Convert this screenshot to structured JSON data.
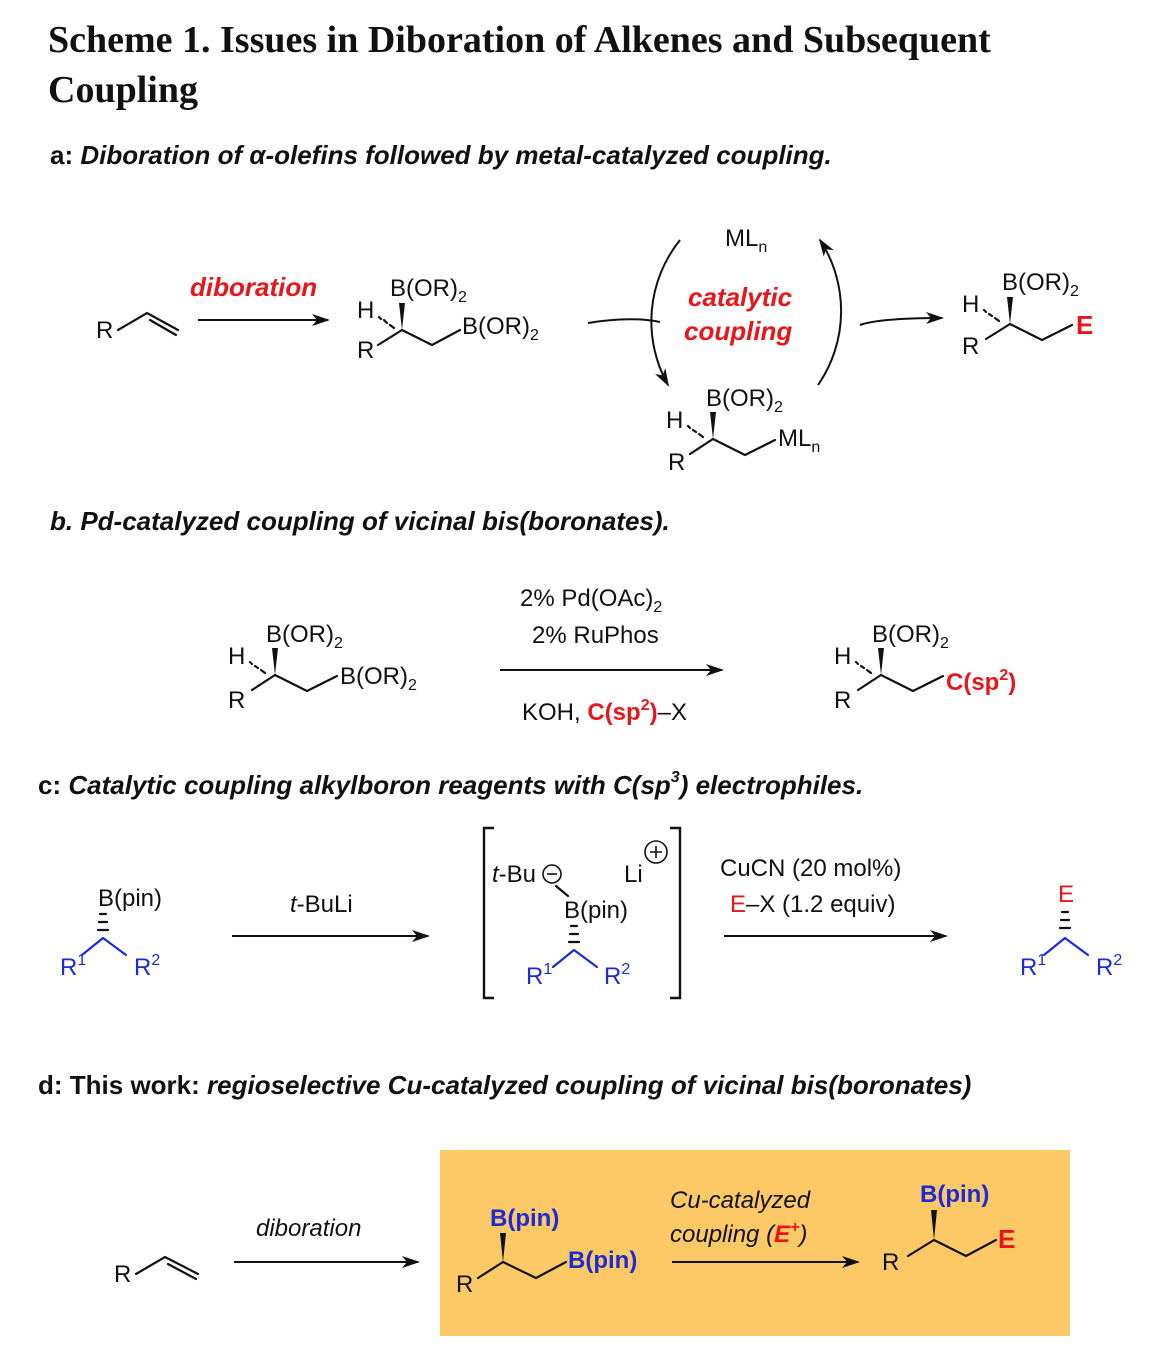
{
  "title": {
    "line1": "Scheme 1. Issues in Diboration of Alkenes and Subsequent",
    "line2": "Coupling"
  },
  "part_a": {
    "label": "a:",
    "heading": "Diboration of α-olefins followed by metal-catalyzed coupling.",
    "diboration": "diboration",
    "catalytic": "catalytic",
    "coupling": "coupling",
    "mln": "ML",
    "n": "n",
    "r": "R",
    "h": "H",
    "bor": "B(OR)",
    "two": "2",
    "e": "E"
  },
  "part_b": {
    "heading": "b. Pd-catalyzed coupling of vicinal bis(boronates).",
    "cond1": "2% Pd(OAc)",
    "cond1_sub": "2",
    "cond2": "2% RuPhos",
    "cond3_a": "KOH,",
    "csp2": "C(sp",
    "sup2": "2",
    "close": ")",
    "dashx": "–X",
    "r": "R",
    "h": "H",
    "bor": "B(OR)",
    "two": "2"
  },
  "part_c": {
    "label": "c:",
    "heading_a": "Catalytic coupling alkylboron reagents with C(sp",
    "heading_sup": "3",
    "heading_b": ") electrophiles.",
    "bpin": "B(pin)",
    "r1": "R",
    "r2": "R",
    "one": "1",
    "two": "2",
    "tbuli_t": "t",
    "tbuli": "-BuLi",
    "tbu_t": "t",
    "tbu": "-Bu",
    "li": "Li",
    "cond1": "CuCN (20 mol%)",
    "cond2_e": "E",
    "cond2": "–X (1.2 equiv)",
    "e": "E"
  },
  "part_d": {
    "label": "d:",
    "this_work": "This work:",
    "heading": "regioselective Cu-catalyzed coupling of vicinal bis(boronates)",
    "diboration": "diboration",
    "cond1": "Cu-catalyzed",
    "cond2": "coupling (",
    "eplus": "E",
    "plus": "+",
    "close": ")",
    "bpin": "B(pin)",
    "r": "R",
    "e": "E"
  },
  "colors": {
    "red": "#e8161b",
    "blue": "#1b2bd6",
    "highlight": "#fdc966"
  }
}
